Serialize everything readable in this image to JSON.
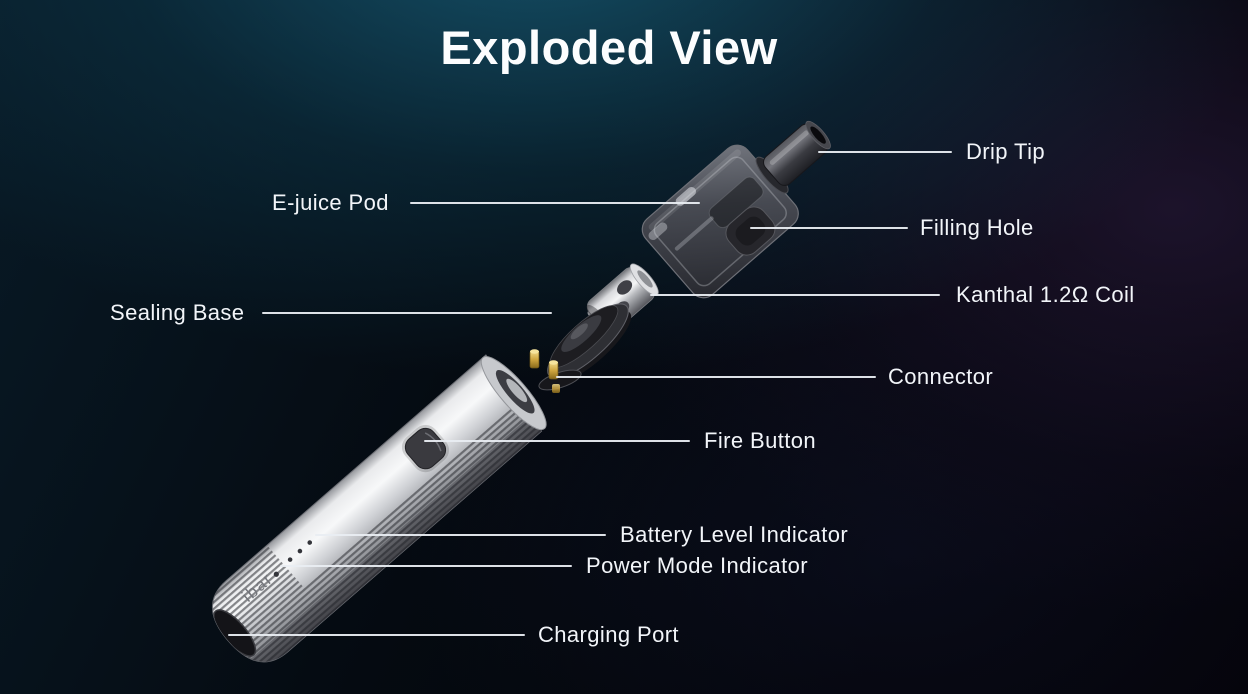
{
  "title": "Exploded View",
  "device": {
    "brand_logo": "ibar",
    "battery_led_count": 3,
    "power_led_count": 1
  },
  "labels": [
    {
      "name": "drip-tip",
      "text": "Drip Tip",
      "side": "right"
    },
    {
      "name": "filling-hole",
      "text": "Filling Hole",
      "side": "right"
    },
    {
      "name": "kanthal-coil",
      "text": "Kanthal 1.2Ω Coil",
      "side": "right"
    },
    {
      "name": "connector",
      "text": "Connector",
      "side": "right"
    },
    {
      "name": "fire-button",
      "text": "Fire Button",
      "side": "right"
    },
    {
      "name": "battery-level-indicator",
      "text": "Battery Level Indicator",
      "side": "right"
    },
    {
      "name": "power-mode-indicator",
      "text": "Power Mode Indicator",
      "side": "right"
    },
    {
      "name": "charging-port",
      "text": "Charging Port",
      "side": "right"
    },
    {
      "name": "e-juice-pod",
      "text": "E-juice Pod",
      "side": "left"
    },
    {
      "name": "sealing-base",
      "text": "Sealing Base",
      "side": "left"
    }
  ],
  "colors": {
    "background_teal": "#0f4156",
    "background_purple": "#2a1d3c",
    "background_base": "#030307",
    "text": "#f2f5f9",
    "leader_line": "#e9edf2",
    "device_silver": "#c9cbd0",
    "pod_smoke": "#3a3b42",
    "pin_gold": "#d2ab4a"
  }
}
